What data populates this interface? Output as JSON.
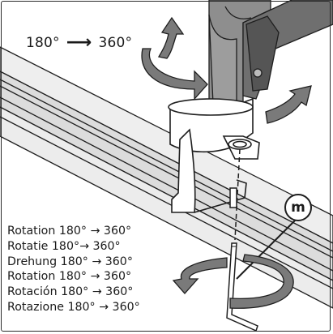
{
  "header": {
    "from": "180°",
    "to": "360°",
    "arrow": "⟶"
  },
  "callout": {
    "letter": "m"
  },
  "labels": [
    "Rotation 180° → 360°",
    "Rotatie 180°→ 360°",
    "Drehung 180° → 360°",
    "Rotation 180° → 360°",
    "Rotación 180° → 360°",
    "Rotazione 180° → 360°"
  ],
  "colors": {
    "line": "#1e1e1e",
    "arm": "#8e8e8e",
    "arm_dark": "#6f6f6f",
    "rail_light": "#eeeeee",
    "rail_mid": "#dcdcdc",
    "clamp_fill": "#ffffff",
    "arrow_fill": "#7a7a7a"
  }
}
